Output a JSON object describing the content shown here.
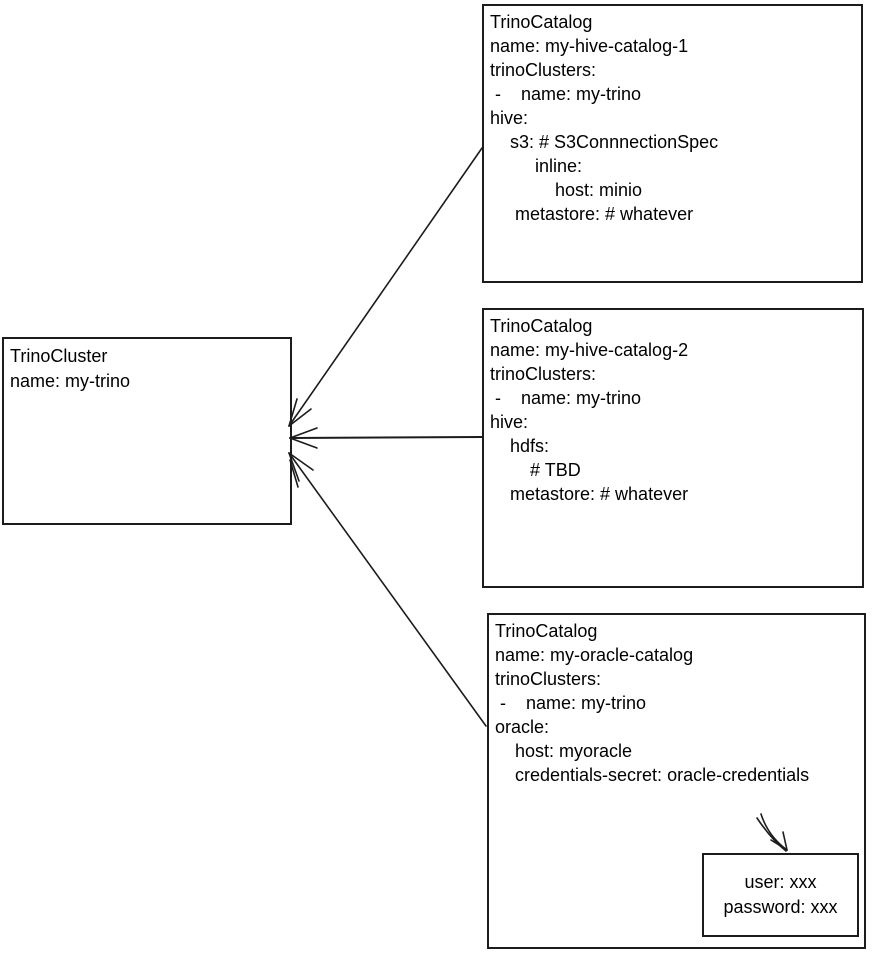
{
  "diagram": {
    "cluster_box": {
      "lines": [
        "TrinoCluster",
        "name: my-trino"
      ]
    },
    "catalog_boxes": [
      {
        "id": "my-hive-catalog-1",
        "lines": [
          "TrinoCatalog",
          "name: my-hive-catalog-1",
          "trinoClusters:",
          " -    name: my-trino",
          "hive:",
          "    s3: # S3ConnnectionSpec",
          "         inline:",
          "             host: minio",
          "     metastore: # whatever"
        ]
      },
      {
        "id": "my-hive-catalog-2",
        "lines": [
          "TrinoCatalog",
          "name: my-hive-catalog-2",
          "trinoClusters:",
          " -    name: my-trino",
          "hive:",
          "    hdfs:",
          "        # TBD",
          "    metastore: # whatever"
        ]
      },
      {
        "id": "my-oracle-catalog",
        "lines": [
          "TrinoCatalog",
          "name: my-oracle-catalog",
          "trinoClusters:",
          " -    name: my-trino",
          "oracle:",
          "    host: myoracle",
          "    credentials-secret: oracle-credentials"
        ]
      }
    ],
    "secret_box": {
      "lines": [
        "user: xxx",
        "password: xxx"
      ]
    },
    "edges": [
      {
        "from": "my-hive-catalog-1",
        "to": "my-trino"
      },
      {
        "from": "my-hive-catalog-2",
        "to": "my-trino"
      },
      {
        "from": "my-oracle-catalog",
        "to": "my-trino"
      },
      {
        "from": "credentials-secret: oracle-credentials",
        "to": "secret (user/password)"
      }
    ],
    "colors": {
      "line": "#1c1c1c",
      "text": "#000000",
      "background": "#ffffff"
    }
  }
}
